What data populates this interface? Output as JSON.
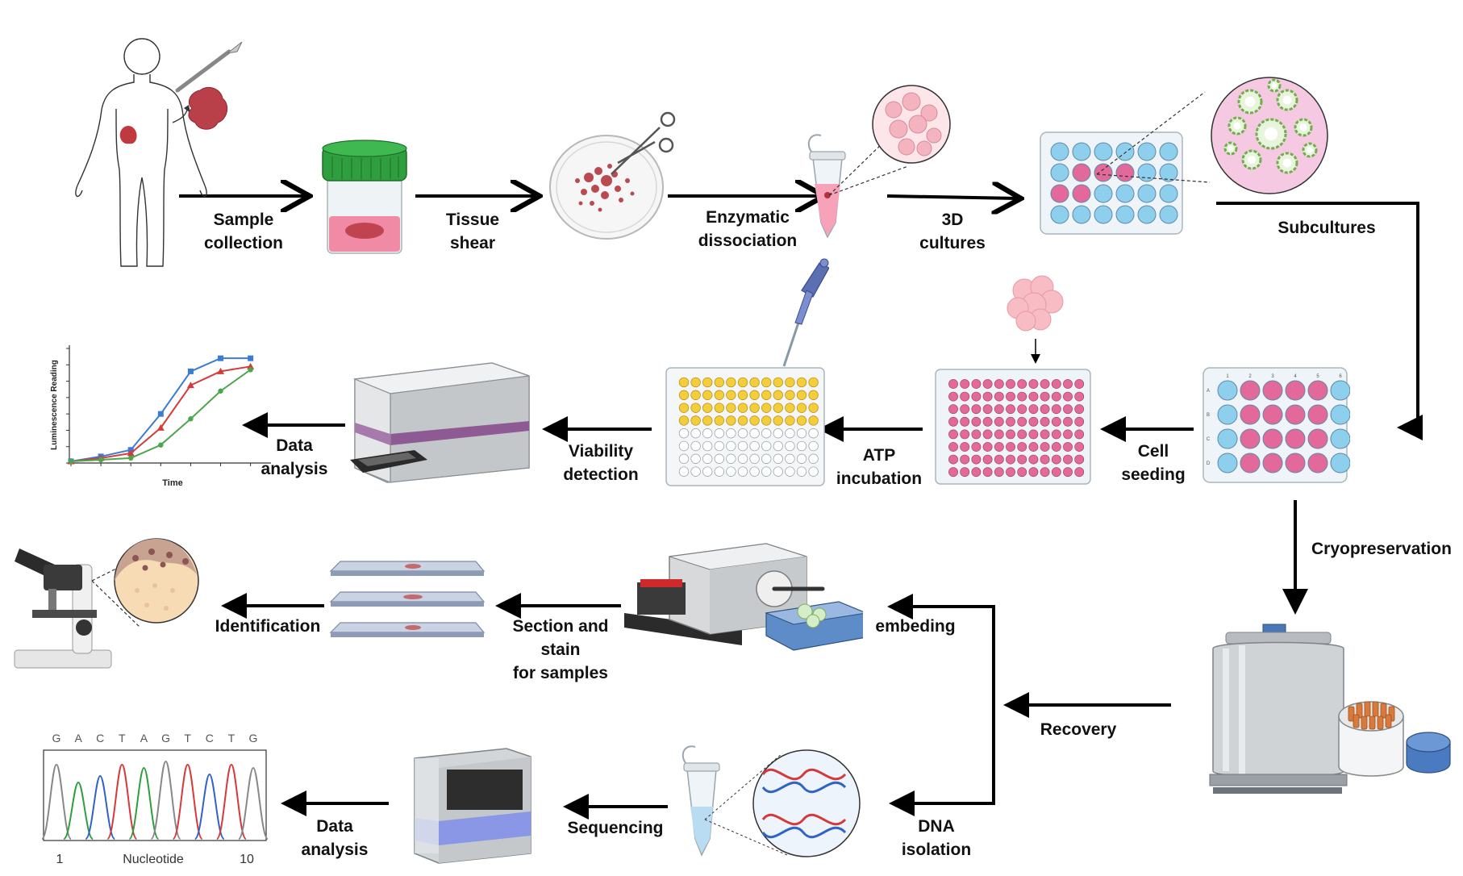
{
  "steps": {
    "sample_collection": "Sample\ncollection",
    "tissue_shear": "Tissue\nshear",
    "enzymatic_dissociation": "Enzymatic\ndissociation",
    "cultures_3d": "3D\ncultures",
    "subcultures": "Subcultures",
    "cell_seeding": "Cell\nseeding",
    "atp_incubation": "ATP\nincubation",
    "viability_detection": "Viability\ndetection",
    "data_analysis_1": "Data\nanalysis",
    "cryopreservation": "Cryopreservation",
    "recovery": "Recovery",
    "embeding": "embeding",
    "section_stain": "Section and\nstain\nfor samples",
    "identification": "Identification",
    "dna_isolation": "DNA\nisolation",
    "sequencing": "Sequencing",
    "data_analysis_2": "Data\nanalysis"
  },
  "plate_labels": {
    "rows_4": [
      "A",
      "B",
      "C",
      "D"
    ],
    "cols_6": [
      "1",
      "2",
      "3",
      "4",
      "5",
      "6"
    ]
  },
  "chart_data": {
    "type": "line",
    "xlabel": "Time",
    "ylabel": "Luminescence  Reading",
    "x": [
      0,
      1,
      2,
      3,
      4,
      5,
      6
    ],
    "series": [
      {
        "color": "#3a7bd5",
        "marker": "square",
        "values": [
          0.2,
          0.8,
          1.6,
          6.0,
          11.2,
          12.8,
          12.8
        ]
      },
      {
        "color": "#d63a3a",
        "marker": "triangle",
        "values": [
          0.2,
          0.6,
          1.2,
          4.3,
          9.5,
          11.2,
          11.8
        ]
      },
      {
        "color": "#4ca64c",
        "marker": "circle",
        "values": [
          0.2,
          0.4,
          0.6,
          2.2,
          5.4,
          8.8,
          11.4
        ]
      }
    ],
    "ylim": [
      0,
      14
    ]
  },
  "sequencing_chart": {
    "bases": [
      "G",
      "A",
      "C",
      "T",
      "A",
      "G",
      "T",
      "C",
      "T",
      "G"
    ],
    "base_colors": {
      "G": "#888888",
      "A": "#2e9e3e",
      "C": "#2e63c7",
      "T": "#d43a3a"
    },
    "xlabel": "Nucleotide",
    "x_start": "1",
    "x_end": "10"
  },
  "colors": {
    "arrow": "#000000",
    "plate_blue": "#8ecfee",
    "plate_pink": "#e2699a",
    "plate_yellow": "#f4cd3a",
    "organoid_green": "#8cc466",
    "tissue_red": "#b9474e"
  }
}
